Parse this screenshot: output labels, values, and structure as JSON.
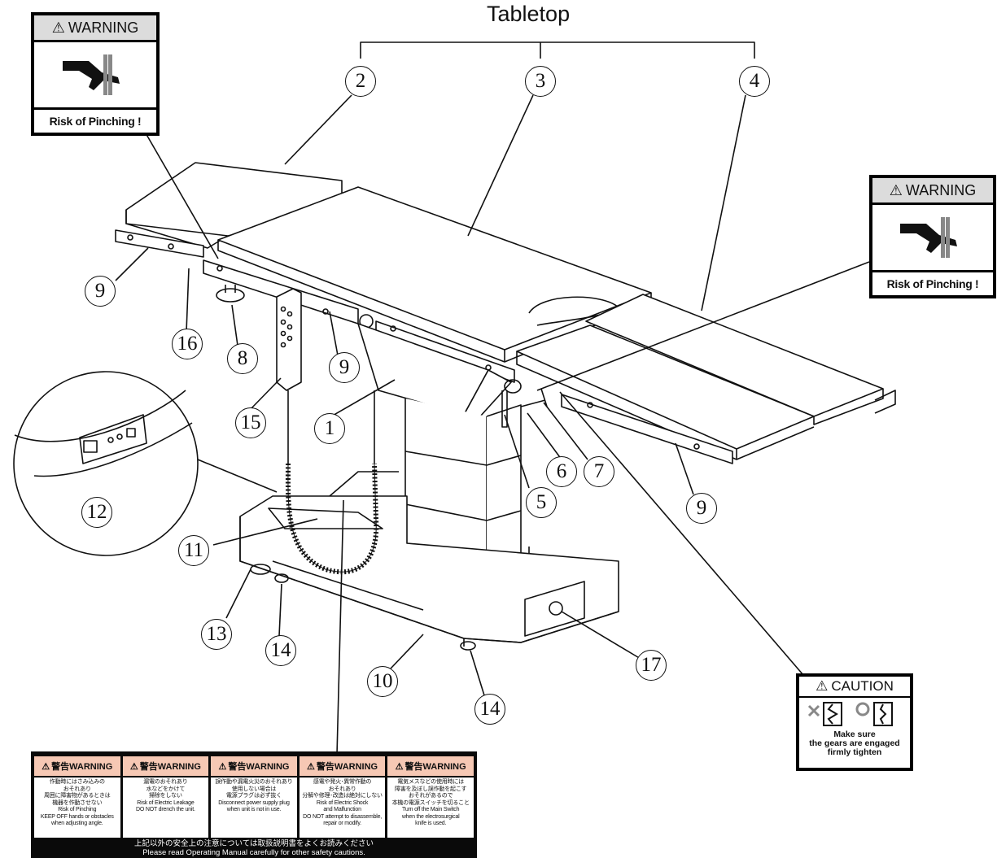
{
  "title": "Tabletop",
  "callouts": [
    "2",
    "3",
    "4",
    "9",
    "16",
    "8",
    "9",
    "15",
    "1",
    "12",
    "11",
    "13",
    "14",
    "14",
    "10",
    "17",
    "5",
    "6",
    "7",
    "9"
  ],
  "warning_left": {
    "header": "WARNING",
    "footer": "Risk of Pinching !"
  },
  "warning_right": {
    "header": "WARNING",
    "footer": "Risk of Pinching !"
  },
  "caution": {
    "header": "CAUTION",
    "lines": [
      "Make sure",
      "the gears are engaged",
      "firmly tighten"
    ]
  },
  "bottom_label": {
    "columns": [
      {
        "header": "警告WARNING",
        "lines": [
          "作動時にはさみ込みの",
          "おそれあり",
          "周囲に障害物があるときは",
          "機器を作動させない",
          "Risk of Pinching",
          "KEEP OFF hands or obstacles",
          "when adjusting angle."
        ]
      },
      {
        "header": "警告WARNING",
        "lines": [
          "漏電のおそれあり",
          "水などをかけて",
          "掃除をしない",
          "Risk of Electric Leakage",
          "DO NOT drench the unit."
        ]
      },
      {
        "header": "警告WARNING",
        "lines": [
          "誤作動や漏電火災のおそれあり",
          "使用しない場合は",
          "電源プラグは必ず抜く",
          "Disconnect power supply plug",
          "when unit is not in use."
        ]
      },
      {
        "header": "警告WARNING",
        "lines": [
          "感電や発火･異常作動の",
          "おそれあり",
          "分解や修理･改造は絶対にしない",
          "Risk of Electric Shock",
          "and Malfunction",
          "DO NOT attempt to disassemble,",
          "repair or modify."
        ]
      },
      {
        "header": "警告WARNING",
        "lines": [
          "電気メスなどの使用時には",
          "障害を及ぼし誤作動を起こす",
          "おそれがあるので",
          "本機の電源スイッチを切ること",
          "Turn off the Main Switch",
          "when the electrosurgical",
          "knife is used."
        ]
      }
    ],
    "footer_jp": "上記以外の安全上の注意については取扱説明書をよくお読みください",
    "footer_en": "Please read Operating Manual carefully for other safety cautions."
  }
}
